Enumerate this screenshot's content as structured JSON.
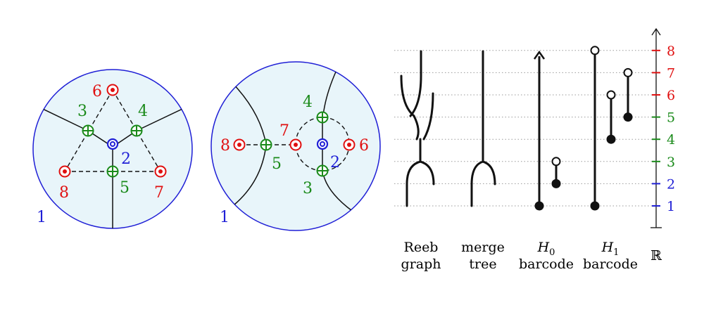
{
  "colors": {
    "blue": "#1f1fd6",
    "green": "#1a8a1a",
    "red": "#e01010",
    "disk_fill": "#e8f5fa",
    "black": "#111111",
    "grid": "#9a9a9a"
  },
  "icons": {
    "minimum": "bullseye-icon",
    "saddle": "circled-plus-icon",
    "maximum": "double-circle-icon"
  },
  "disk1": {
    "boundary_label": "1",
    "critical_points": [
      {
        "label": "2",
        "kind": "saddle-blue"
      },
      {
        "label": "3",
        "kind": "saddle"
      },
      {
        "label": "4",
        "kind": "saddle"
      },
      {
        "label": "5",
        "kind": "saddle"
      },
      {
        "label": "6",
        "kind": "minimum"
      },
      {
        "label": "7",
        "kind": "minimum"
      },
      {
        "label": "8",
        "kind": "minimum"
      }
    ]
  },
  "disk2": {
    "boundary_label": "1",
    "critical_points": [
      {
        "label": "2",
        "kind": "saddle-blue"
      },
      {
        "label": "3",
        "kind": "saddle"
      },
      {
        "label": "4",
        "kind": "saddle"
      },
      {
        "label": "5",
        "kind": "saddle"
      },
      {
        "label": "6",
        "kind": "minimum"
      },
      {
        "label": "7",
        "kind": "minimum"
      },
      {
        "label": "8",
        "kind": "minimum"
      }
    ]
  },
  "captions": {
    "reeb_line1": "Reeb",
    "reeb_line2": "graph",
    "merge_line1": "merge",
    "merge_line2": "tree",
    "h0_var": "H",
    "h0_sub": "0",
    "h0_line2": "barcode",
    "h1_var": "H",
    "h1_sub": "1",
    "h1_line2": "barcode",
    "axis": "ℝ"
  },
  "chart_data": {
    "type": "barcode",
    "axis_label": "ℝ",
    "ticks": [
      {
        "value": 1,
        "label": "1",
        "color": "blue"
      },
      {
        "value": 2,
        "label": "2",
        "color": "blue"
      },
      {
        "value": 3,
        "label": "3",
        "color": "green"
      },
      {
        "value": 4,
        "label": "4",
        "color": "green"
      },
      {
        "value": 5,
        "label": "5",
        "color": "green"
      },
      {
        "value": 6,
        "label": "6",
        "color": "red"
      },
      {
        "value": 7,
        "label": "7",
        "color": "red"
      },
      {
        "value": 8,
        "label": "8",
        "color": "red"
      }
    ],
    "H0": [
      {
        "birth": 1,
        "death": null
      },
      {
        "birth": 2,
        "death": 3
      }
    ],
    "H1": [
      {
        "birth": 1,
        "death": 8
      },
      {
        "birth": 4,
        "death": 6
      },
      {
        "birth": 5,
        "death": 7
      }
    ]
  }
}
